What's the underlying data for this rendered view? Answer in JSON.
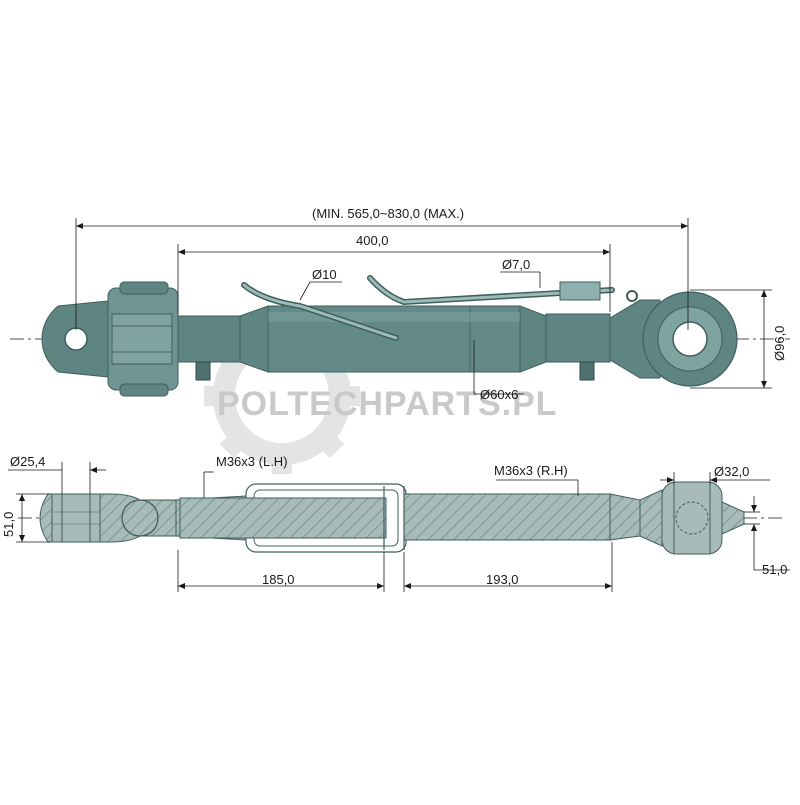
{
  "colors": {
    "body": "#5f8583",
    "body_dark": "#3f5f5d",
    "body_light": "#7ea3a1",
    "section": "#a7bbb9",
    "section_dark": "#7f9694",
    "line": "#1a1a1a",
    "watermark": "#d0d0d0"
  },
  "watermark": {
    "text": "POLTECHPARTS.PL",
    "icon": "gear-icon"
  },
  "top_view": {
    "overall_length": "(MIN. 565,0~830,0 (MAX.)",
    "tube_length": "400,0",
    "pin_diameter": "Ø10",
    "chain_diameter": "Ø7,0",
    "tube_size": "Ø60x6",
    "ball_end_diameter": "Ø96,0"
  },
  "section_view": {
    "left_hole_diameter": "Ø25,4",
    "left_height": "51,0",
    "left_thread": "M36x3 (L.H)",
    "right_thread": "M36x3 (R.H)",
    "right_hole_diameter": "Ø32,0",
    "right_height": "51,0",
    "left_thread_length": "185,0",
    "right_thread_length": "193,0"
  }
}
